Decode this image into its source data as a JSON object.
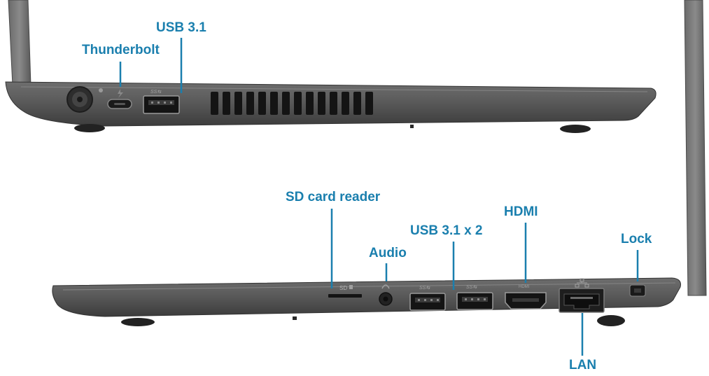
{
  "colors": {
    "label": "#1a7fae",
    "chassis": "#5e5e5e",
    "chassis_dark": "#3a3a3a",
    "port_black": "#141414",
    "background": "#ffffff"
  },
  "top_view": {
    "callouts": {
      "thunderbolt": "Thunderbolt",
      "usb31": "USB 3.1"
    },
    "port_markings": {
      "usb_logo": "SS⇆"
    }
  },
  "bottom_view": {
    "callouts": {
      "sd_card_reader": "SD card reader",
      "audio": "Audio",
      "usb31x2": "USB 3.1 x 2",
      "hdmi": "HDMI",
      "lock": "Lock",
      "lan": "LAN"
    },
    "port_markings": {
      "sd": "SD",
      "usb_logo": "SS⇆",
      "hdmi": "HDMI"
    }
  }
}
